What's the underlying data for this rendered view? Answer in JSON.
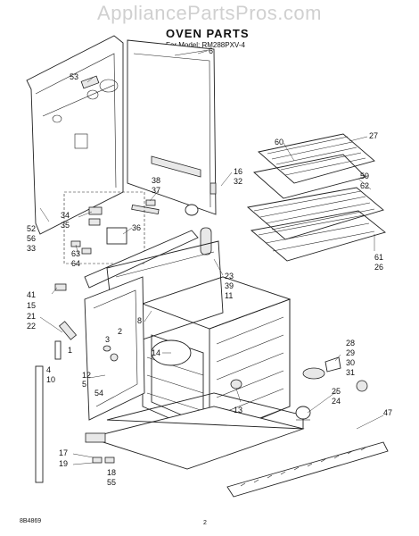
{
  "watermark": "AppliancePartsPros.com",
  "title": "OVEN PARTS",
  "subtitle": "For Model: RM288PXV-4",
  "diagram_code": "8B4869",
  "page_number": "2",
  "part_labels": [
    "53",
    "6",
    "27",
    "60",
    "16",
    "32",
    "59",
    "62",
    "38",
    "37",
    "52",
    "56",
    "33",
    "34",
    "35",
    "36",
    "63",
    "64",
    "23",
    "39",
    "11",
    "61",
    "26",
    "41",
    "15",
    "21",
    "22",
    "8",
    "2",
    "3",
    "14",
    "28",
    "29",
    "30",
    "31",
    "25",
    "24",
    "47",
    "1",
    "4",
    "10",
    "12",
    "5",
    "54",
    "13",
    "17",
    "19",
    "18",
    "55"
  ]
}
